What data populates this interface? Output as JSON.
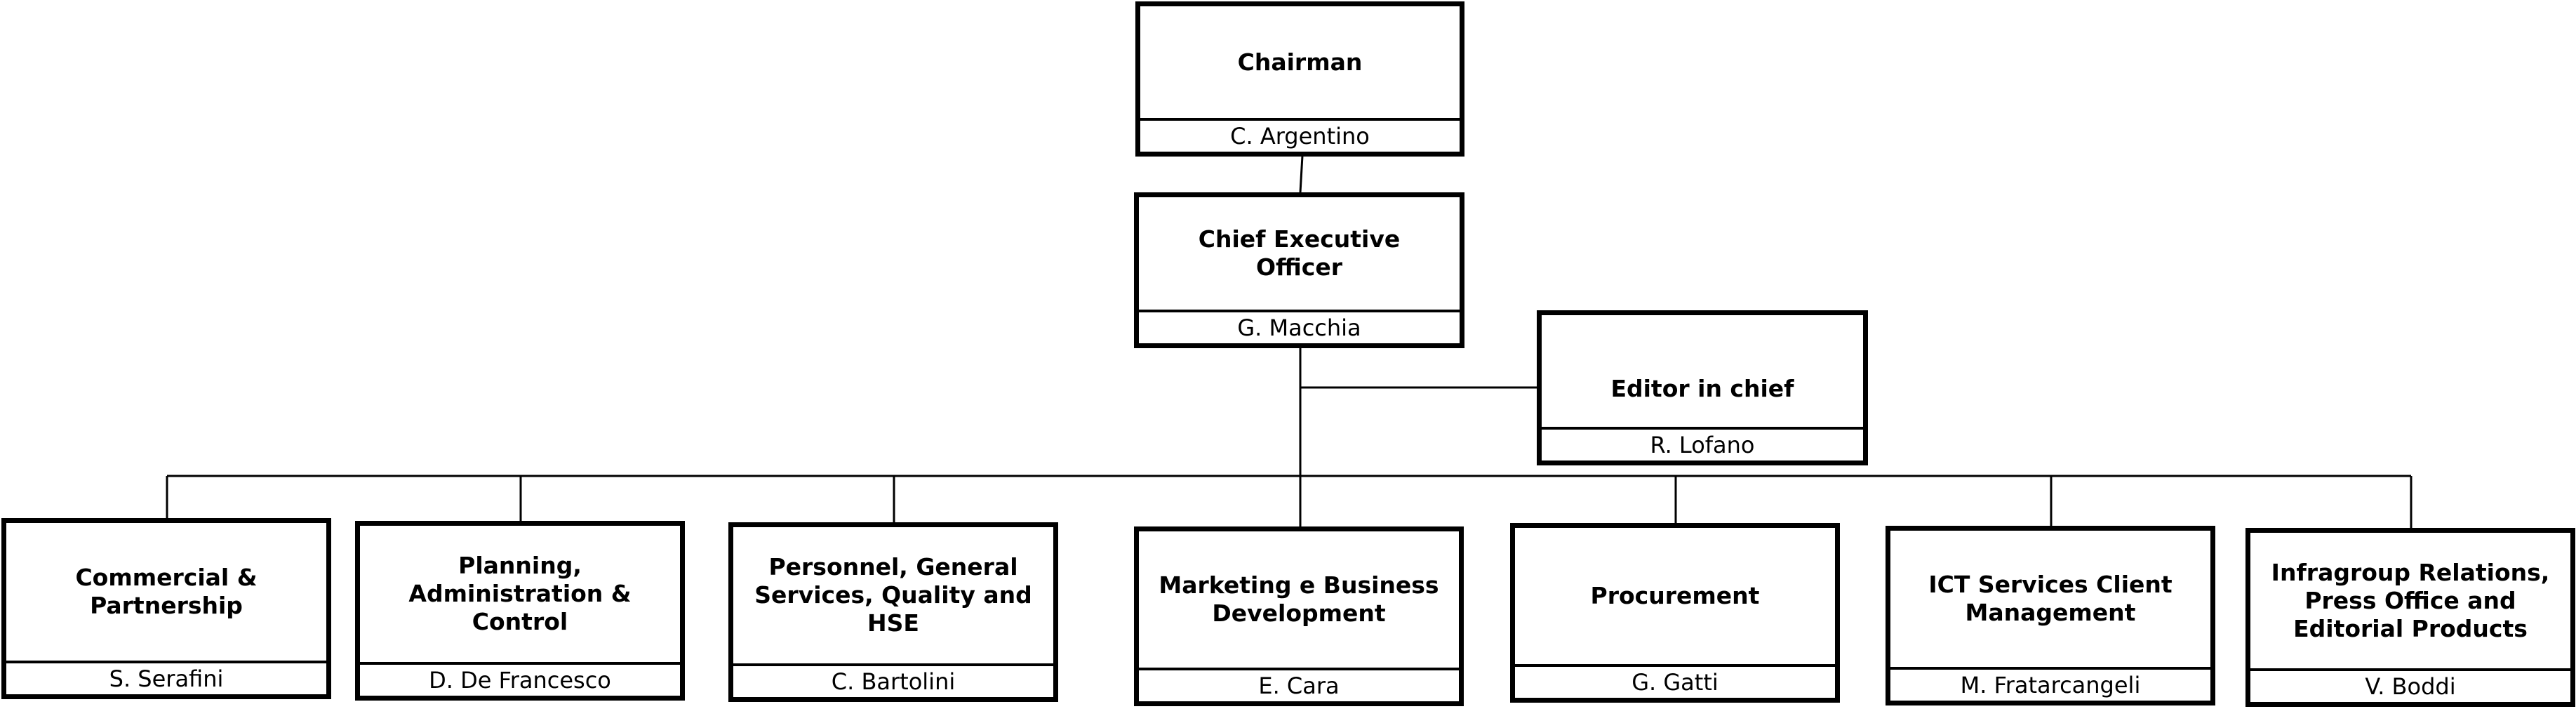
{
  "org_chart": {
    "chairman": {
      "title": "Chairman",
      "name": "C. Argentino"
    },
    "ceo": {
      "title": "Chief Executive Officer",
      "name": "G. Macchia"
    },
    "editor": {
      "title": "Editor in chief",
      "name": "R. Lofano"
    },
    "departments": [
      {
        "title": "Commercial & Partnership",
        "name": "S. Serafini"
      },
      {
        "title": "Planning, Administration & Control",
        "name": "D. De Francesco"
      },
      {
        "title": "Personnel, General Services, Quality and HSE",
        "name": "C. Bartolini"
      },
      {
        "title": "Marketing e Business Development",
        "name": "E. Cara"
      },
      {
        "title": "Procurement",
        "name": "G. Gatti"
      },
      {
        "title": "ICT Services Client Management",
        "name": "M. Fratarcangeli"
      },
      {
        "title": "Infragroup Relations, Press Office and Editorial Products",
        "name": "V. Boddi"
      }
    ]
  }
}
